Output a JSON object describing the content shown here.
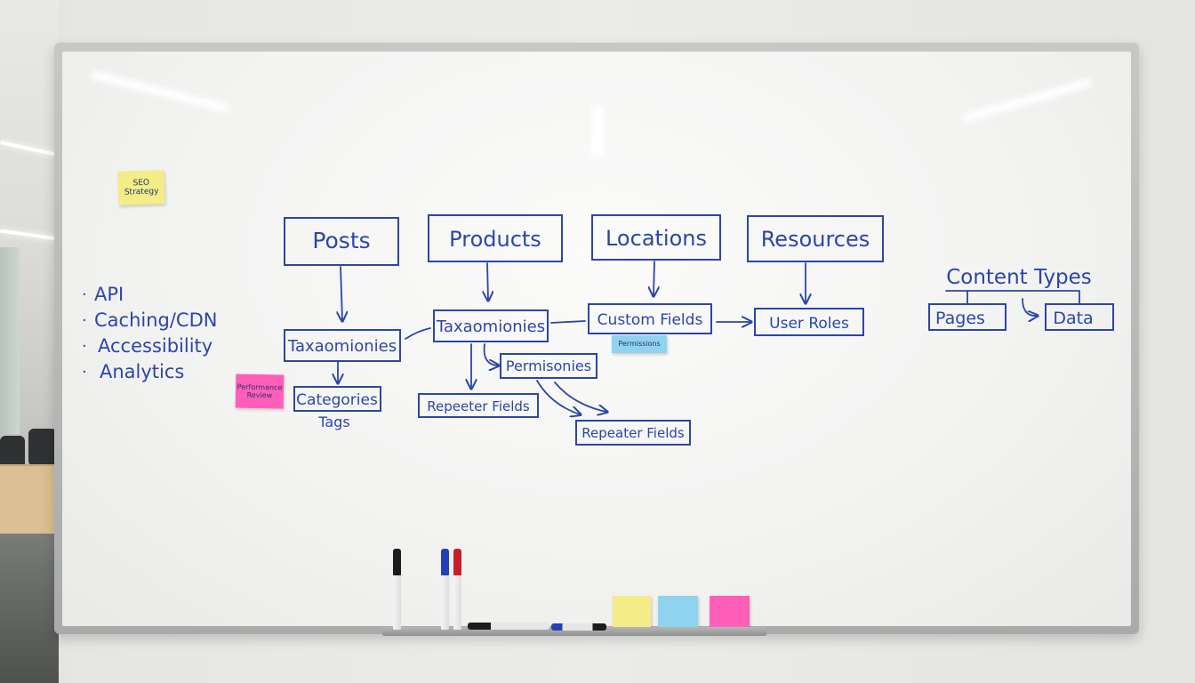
{
  "left_list": {
    "bullet": "·",
    "items": [
      "API",
      "Caching/CDN",
      "Accessibility",
      "Analytics"
    ]
  },
  "sticky_notes": {
    "seo": "SEO Strategy",
    "performance": "Performance Review",
    "permissions": "Permissions"
  },
  "top_boxes": {
    "posts": "Posts",
    "products": "Products",
    "locations": "Locations",
    "resources": "Resources"
  },
  "second_row": {
    "taxonomies_left": "Taxaomionies",
    "taxonomies_mid": "Taxaomionies",
    "custom_fields": "Custom Fields",
    "user_roles": "User Roles"
  },
  "third_row": {
    "categories": "Categories",
    "tags": "Tags",
    "permisonies": "Permisonies",
    "repeater_left": "Repeeter Fields",
    "repeater_right": "Repeater Fields"
  },
  "content_types": {
    "title": "Content Types",
    "pages": "Pages",
    "data": "Data"
  },
  "colors": {
    "ink": "#2c45a8",
    "sticky_yellow": "#f4ec86",
    "sticky_pink": "#ff5fb8",
    "sticky_blue": "#8fd3ee",
    "marker_red": "#c8202a",
    "marker_blue": "#2440b6",
    "marker_black": "#1c1c1c"
  }
}
